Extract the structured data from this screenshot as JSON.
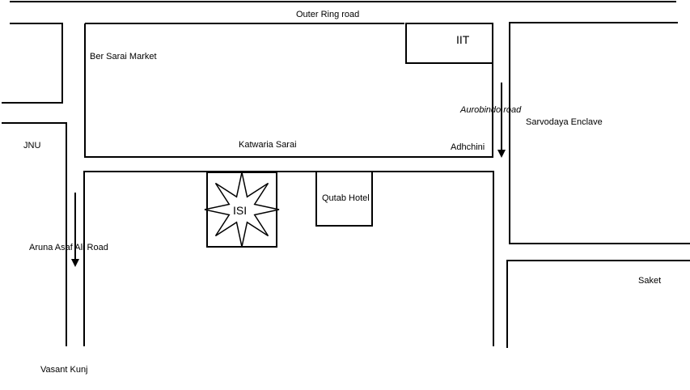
{
  "roads": {
    "outer_ring": "Outer Ring road",
    "aurobindo": "Aurobindo road",
    "aruna_asaf_ali": "Aruna Asaf Ali Road"
  },
  "places": {
    "ber_sarai": "Ber Sarai Market",
    "iit": "IIT",
    "jnu": "JNU",
    "katwaria_sarai": "Katwaria Sarai",
    "adhchini": "Adhchini",
    "sarvodaya": "Sarvodaya Enclave",
    "qutab_hotel": "Qutab Hotel",
    "isi": "ISI",
    "saket": "Saket",
    "vasant_kunj": "Vasant Kunj"
  },
  "colors": {
    "ink": "#000000",
    "paper": "#ffffff"
  },
  "icons": {
    "isi_marker": "star-burst-icon",
    "direction": "arrow-down-icon"
  }
}
